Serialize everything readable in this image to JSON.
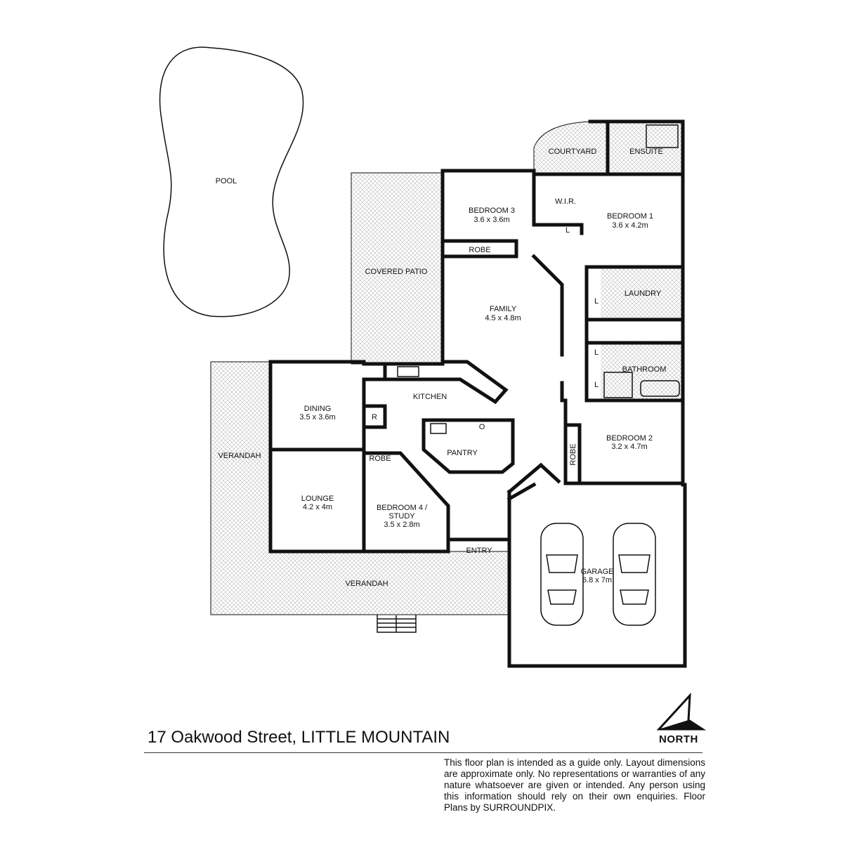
{
  "rooms": {
    "pool": "POOL",
    "courtyard": "COURTYARD",
    "ensuite": "ENSUITE",
    "bedroom3": {
      "name": "BEDROOM 3",
      "size": "3.6 x 3.6m"
    },
    "wir": "W.I.R.",
    "bedroom1": {
      "name": "BEDROOM 1",
      "size": "3.6 x 4.2m"
    },
    "robe3": "ROBE",
    "covered_patio": "COVERED PATIO",
    "laundry": "LAUNDRY",
    "family": {
      "name": "FAMILY",
      "size": "4.5 x 4.8m"
    },
    "bathroom": "BATHROOM",
    "kitchen": "KITCHEN",
    "dining": {
      "name": "DINING",
      "size": "3.5 x 3.6m"
    },
    "fridge": "R",
    "oven": "O",
    "pantry": "PANTRY",
    "bedroom2": {
      "name": "BEDROOM 2",
      "size": "3.2 x 4.7m"
    },
    "robe2": "ROBE",
    "verandah_side": "VERANDAH",
    "robe4": "ROBE",
    "lounge": {
      "name": "LOUNGE",
      "size": "4.2 x 4m"
    },
    "bedroom4": {
      "name1": "BEDROOM 4 /",
      "name2": "STUDY",
      "size": "3.5 x 2.8m"
    },
    "garage": {
      "name": "GARAGE",
      "size": "6.8 x 7m"
    },
    "entry": "ENTRY",
    "verandah_front": "VERANDAH",
    "linen": "L"
  },
  "footer": {
    "address": "17 Oakwood Street, LITTLE MOUNTAIN",
    "north": "NORTH",
    "disclaimer": "This floor plan is intended as a guide only. Layout dimensions are approximate only. No representations or warranties of any nature whatsoever are given or intended. Any person using this information should rely on their own enquiries. Floor Plans by  SURROUNDPIX."
  }
}
